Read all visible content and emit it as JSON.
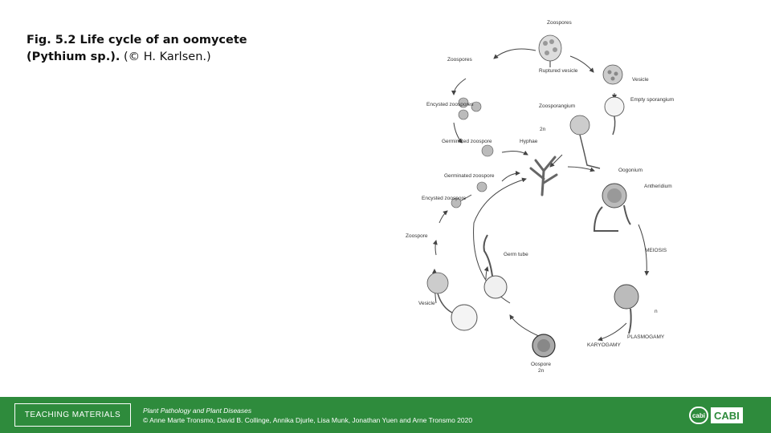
{
  "caption": {
    "bold_part": "Fig. 5.2 Life cycle of an oomycete (Pythium sp.).",
    "rest": " (© H. Karlsen.)"
  },
  "figure": {
    "labels": {
      "zoospores_top": "Zoospores",
      "zoospores_left": "Zoospores",
      "ruptured_vesicle": "Ruptured vesicle",
      "vesicle_right": "Vesicle",
      "empty_sporangium": "Empty sporangium",
      "encysted_zoospores": "Encysted zoospores",
      "zoosporangium": "Zoosporangium",
      "two_n": "2n",
      "hyphae": "Hyphae",
      "germinated_zoospore_1": "Germinated zoospore",
      "germinated_zoospore_2": "Germinated zoospore",
      "oogonium": "Oogonium",
      "antheridium": "Antheridium",
      "encysted_zoospore": "Encysted zoospore",
      "zoospore": "Zoospore",
      "meiosis": "MEIOSIS",
      "germ_tube": "Germ tube",
      "vesicle_left": "Vesicle",
      "n": "n",
      "plasmogamy": "PLASMOGAMY",
      "karyogamy": "KARYOGAMY",
      "oospore": "Oospore",
      "oospore_ploidy": "2n"
    }
  },
  "footer": {
    "badge": "TEACHING MATERIALS",
    "book_title": "Plant Pathology and Plant Diseases",
    "credits": "© Anne Marte Tronsmo, David B. Collinge, Annika Djurle, Lisa Munk, Jonathan Yuen and Arne Tronsmo 2020",
    "logo_mark": "cabi",
    "logo_text": "CABI",
    "colors": {
      "footer_bg": "#2e8b3c",
      "text": "#ffffff"
    }
  }
}
